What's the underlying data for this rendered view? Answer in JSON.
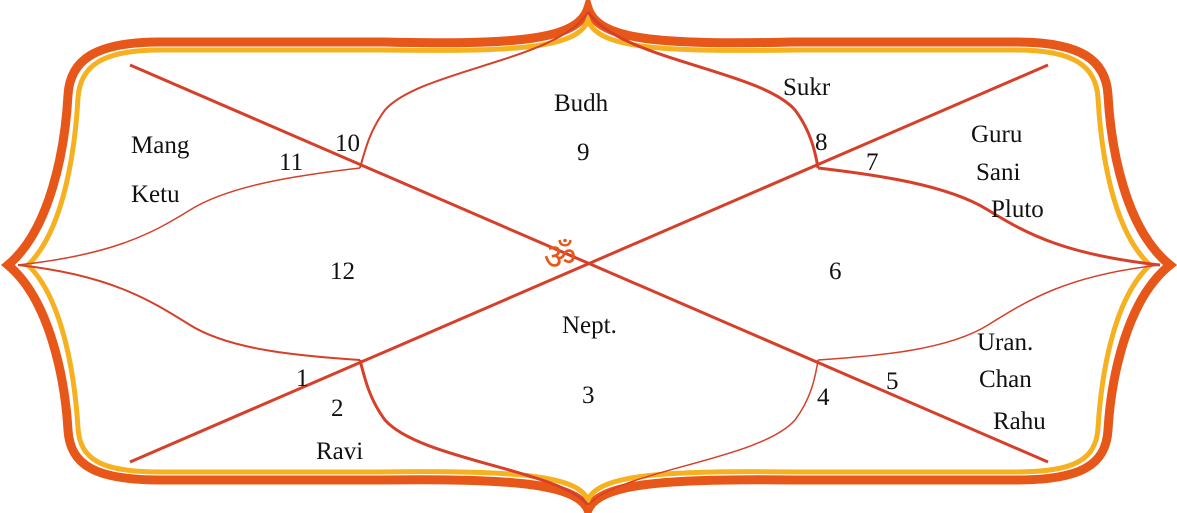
{
  "center_symbol": "ॐ",
  "colors": {
    "border_outer": "#e8571a",
    "border_inner": "#f5b120",
    "lines": "#d6402a",
    "text": "#111111",
    "symbol": "#e8571a"
  },
  "houses": {
    "h1": "1",
    "h2": "2",
    "h3": "3",
    "h4": "4",
    "h5": "5",
    "h6": "6",
    "h7": "7",
    "h8": "8",
    "h9": "9",
    "h10": "10",
    "h11": "11",
    "h12": "12"
  },
  "planets": {
    "mang": "Mang",
    "ketu": "Ketu",
    "budh": "Budh",
    "sukr": "Sukr",
    "guru": "Guru",
    "sani": "Sani",
    "pluto": "Pluto",
    "nept": "Nept.",
    "uran": "Uran.",
    "chan": "Chan",
    "rahu": "Rahu",
    "ravi": "Ravi"
  }
}
